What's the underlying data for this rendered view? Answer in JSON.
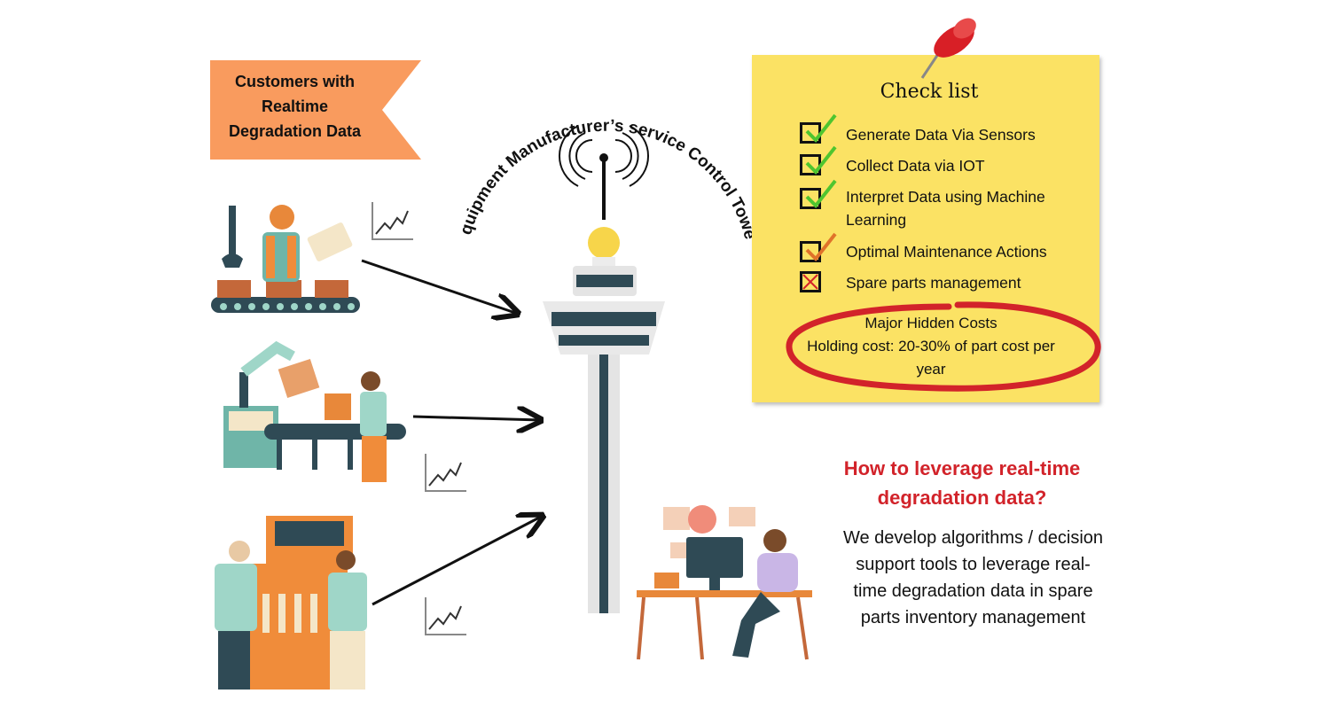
{
  "banner": {
    "lines": [
      "Customers with",
      "Realtime",
      "Degradation Data"
    ],
    "color": "#f99b5e"
  },
  "arc_title": "Equipment Manufacturer’s service Control Tower",
  "checklist": {
    "title": "Check list",
    "items": [
      {
        "label": "Generate Data Via Sensors",
        "status": "done"
      },
      {
        "label": "Collect Data via IOT",
        "status": "done"
      },
      {
        "label": "Interpret Data using Machine Learning",
        "status": "done"
      },
      {
        "label": "Optimal Maintenance Actions",
        "status": "partial"
      },
      {
        "label": "Spare parts management",
        "status": "not-done"
      }
    ],
    "costs": {
      "line1": "Major Hidden Costs",
      "line2": "Holding cost: 20-30% of part cost per year"
    }
  },
  "question": {
    "title": "How to leverage real-time degradation data?",
    "body": "We develop algorithms / decision support tools to leverage real-time degradation data in spare parts inventory management"
  },
  "icons": [
    "pushpin-icon",
    "checkmark-icon",
    "cross-icon",
    "trend-chart-icon",
    "antenna-icon"
  ],
  "colors": {
    "note": "#fbe264",
    "accent_red": "#d2232a",
    "check_green": "#4fc52f",
    "check_orange": "#e0732a"
  }
}
